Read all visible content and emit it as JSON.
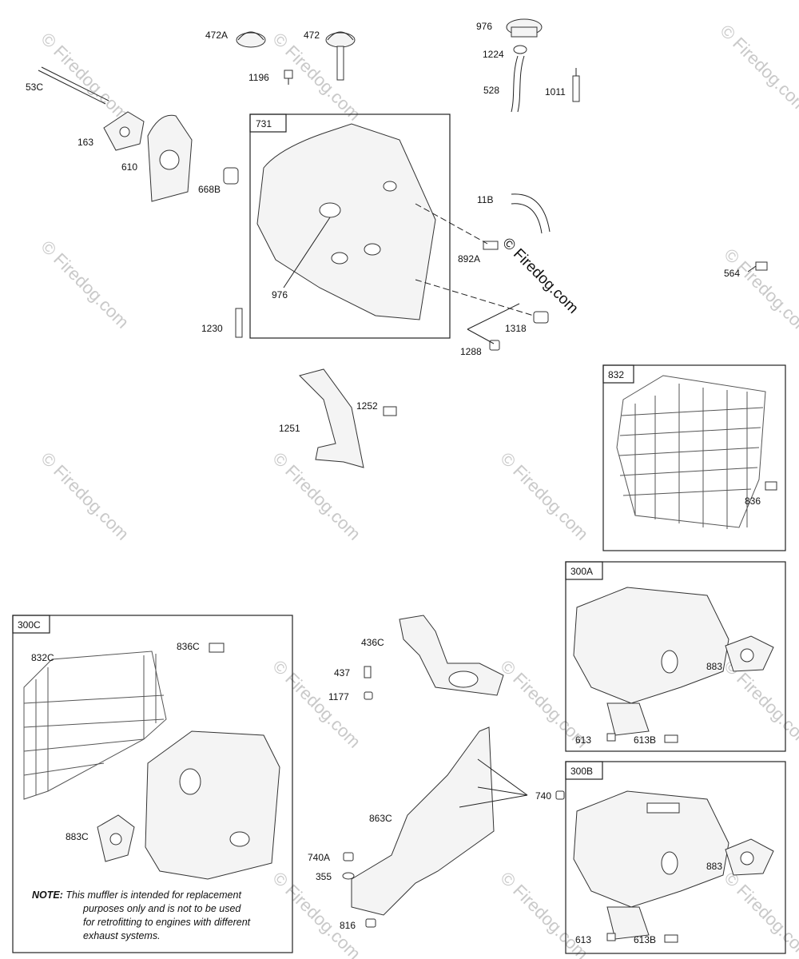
{
  "watermark": "© Firedog.com",
  "boxes": {
    "b731": "731",
    "b832": "832",
    "b300a": "300A",
    "b300b": "300B",
    "b300c": "300C"
  },
  "labels": {
    "l472a": "472A",
    "l472": "472",
    "l1196": "1196",
    "l976top": "976",
    "l1224": "1224",
    "l528": "528",
    "l1011": "1011",
    "l53c": "53C",
    "l163": "163",
    "l610": "610",
    "l668b": "668B",
    "l11b": "11B",
    "l892a": "892A",
    "l564": "564",
    "l976": "976",
    "l1230": "1230",
    "l1318": "1318",
    "l1288": "1288",
    "l1252": "1252",
    "l1251": "1251",
    "l836": "836",
    "l883a": "883",
    "l613a": "613",
    "l613ba": "613B",
    "l436c": "436C",
    "l437": "437",
    "l1177": "1177",
    "l836c": "836C",
    "l832c": "832C",
    "l883c": "883C",
    "l740": "740",
    "l863c": "863C",
    "l740a": "740A",
    "l355": "355",
    "l816": "816",
    "l883b": "883",
    "l613b": "613",
    "l613bb": "613B"
  },
  "note": {
    "prefix": "NOTE:",
    "line1": "This muffler is intended for replacement",
    "line2": "purposes only and is not to be used",
    "line3": "for retrofitting to engines with different",
    "line4": "exhaust systems."
  }
}
